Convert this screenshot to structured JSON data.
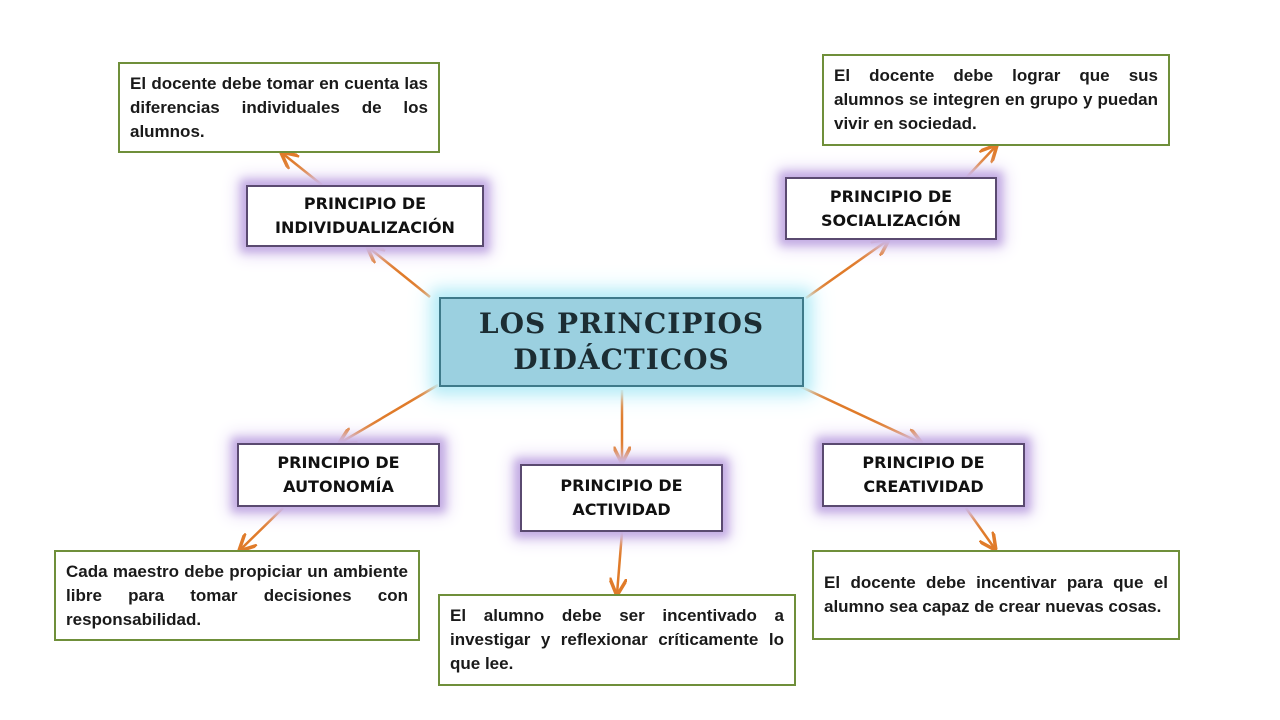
{
  "center": {
    "title": "LOS PRINCIPIOS\nDIDÁCTICOS"
  },
  "principles": {
    "individualizacion": {
      "label": "PRINCIPIO DE\nINDIVIDUALIZACIÓN",
      "description": "El docente debe tomar en cuenta las diferencias individuales de los alumnos."
    },
    "socializacion": {
      "label": "PRINCIPIO DE\nSOCIALIZACIÓN",
      "description": "El docente debe lograr que sus alumnos se integren en grupo y puedan vivir en sociedad."
    },
    "autonomia": {
      "label": "PRINCIPIO DE\nAUTONOMÍA",
      "description": "Cada maestro debe propiciar un ambiente libre para tomar decisiones con responsabilidad."
    },
    "actividad": {
      "label": "PRINCIPIO DE\nACTIVIDAD",
      "description": "El alumno debe ser incentivado a investigar y reflexionar críticamente lo que lee."
    },
    "creatividad": {
      "label": "PRINCIPIO DE\nCREATIVIDAD",
      "description": "El docente debe incentivar para que el alumno sea capaz de crear nuevas cosas."
    }
  },
  "colors": {
    "center_fill": "#9bd0e0",
    "principle_glow": "#c3ace3",
    "description_border": "#6f8f3a",
    "arrow": "#e07b2a"
  }
}
